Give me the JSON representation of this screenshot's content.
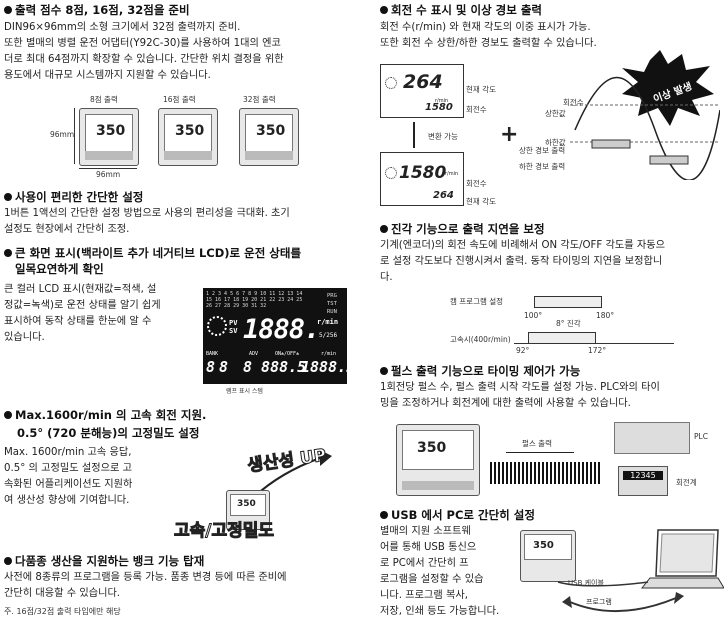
{
  "s1": {
    "title": "출력 점수 8점, 16점, 32점을 준비",
    "lines": [
      "DIN96×96mm의 소형 크기에서 32점 출력까지 준비.",
      "또한 별매의 병렬 운전 어댑터(Y92C-30)를 사용하여 1대의 엔코",
      "더로 최대 64점까지 확장할 수 있습니다. 간단한 위치 결정을 위한",
      "용도에서 대규모 시스템까지 지원할 수 있습니다."
    ],
    "labels": [
      "8점 출력",
      "16점 출력",
      "32점 출력"
    ],
    "dim_v": "96mm",
    "dim_h": "96mm",
    "screen_val": "350"
  },
  "s2": {
    "title": "사용이 편리한 간단한 설정",
    "lines": [
      "1버튼 1액션의 간단한 설정 방법으로 사용의 편리성을 극대화. 초기",
      "설정도 현장에서 간단히 조정."
    ]
  },
  "s3": {
    "title1": "큰 화면 표시(백라이트 추가 네거티브 LCD)로 운전 상태를",
    "title2": "일목요연하게 확인",
    "lines": [
      "큰 컬러 LCD 표시(현재값=적색, 설",
      "정값=녹색)로 운전 상태를 알기 쉽게",
      "표시하여 동작 상태를 한눈에 알 수",
      "있습니다."
    ],
    "lcd": {
      "scale": "1 2 3 4 5 6 7 8 9 10 11 12 13 14 15 16 17 18 19 20 21 22 23 24 25 26 27 28 29 30 31 32",
      "pv": "PV",
      "sv": "SV",
      "main": "1888.",
      "main_unit": "r/min",
      "main_frac": "5/256",
      "bank": "BANK",
      "adv": "ADV",
      "on_off": "ON±/OFF±",
      "r_min": "r/min",
      "b1": "8",
      "b2": "8",
      "b3": "8 888.5",
      "b4": "1888.5",
      "prg": "PRG",
      "tst": "TST",
      "run": "RUN",
      "caption": "램프 표시 스템"
    }
  },
  "s4": {
    "title1": "Max.1600r/min 의 고속 회전 지원.",
    "title2": "0.5° (720 분해능)의 고정밀도 설정",
    "lines": [
      "Max. 1600r/min 고속 응답,",
      "0.5° 의 고정밀도 설정으로 고",
      "속화된 어플리케이션도 지원하",
      "여 생산성 향상에 기여합니다."
    ],
    "word1": "생산성 UP",
    "word2": "고속/고정밀도"
  },
  "s5": {
    "title": "다품종 생산을 지원하는 뱅크 기능 탑재",
    "lines": [
      "사전에 8종류의 프로그램을 등록 가능. 품종 변경 등에 따른 준비에",
      "간단히 대응할 수 있습니다."
    ],
    "note": "주.  16점/32점 출력 타입에만 해당"
  },
  "r1": {
    "title": "회전 수 표시 및 이상 경보 출력",
    "lines": [
      "회전 수(r/min) 와 현재 각도의 이중 표시가 가능.",
      "또한 회전 수 상한/하한 경보도 출력할 수 있습니다."
    ],
    "disp1": {
      "big": "264",
      "small": "1580",
      "unit": "r/min",
      "l1": "현재 각도",
      "l2": "회전수"
    },
    "switch": "변환 가능",
    "disp2": {
      "big": "1580",
      "small": "264",
      "unit": "r/min",
      "l1": "회전수",
      "l2": "현재 각도"
    },
    "burst": "이상 발생",
    "graph": {
      "rot": "회전수",
      "upper": "상한값",
      "lower": "하한값",
      "alarm_hi": "상한 경보 출력",
      "alarm_lo": "하한 경보 출력"
    }
  },
  "r2": {
    "title": "진각 기능으로 출력 지연을 보정",
    "lines": [
      "기계(엔코더)의 회전 속도에 비례해서 ON 각도/OFF 각도를 자동으",
      "로 설정 각도보다 진행시켜서 출력. 동작 타이밍의 지연을 보정합니",
      "다."
    ],
    "cam": "캠 프로그램 설정",
    "fast": "고속시(400r/min)",
    "a1": "100°",
    "a2": "180°",
    "adv": "8° 진각",
    "a3": "92°",
    "a4": "172°"
  },
  "r3": {
    "title": "펄스 출력 기능으로 타이밍 제어가 가능",
    "lines": [
      "1회전당 펄스 수, 펄스 출력 시작 각도를 설정 가능. PLC와의 타이",
      "밍을 조정하거나 회전계에 대한 출력에 사용할 수 있습니다."
    ],
    "pulse": "펄스 출력",
    "plc": "PLC",
    "meter": "회전계",
    "meter_val": "12345"
  },
  "r4": {
    "title": "USB 에서 PC로 간단히 설정",
    "lines": [
      "별매의 지원 소프트웨",
      "어를 통해 USB 통신으",
      "로 PC에서 간단히 프",
      "로그램을 설정할 수 있습",
      "니다. 프로그램 복사,",
      "저장, 인쇄 등도 가능합니다."
    ],
    "cable": "USB 케이블",
    "prog": "프로그램"
  }
}
